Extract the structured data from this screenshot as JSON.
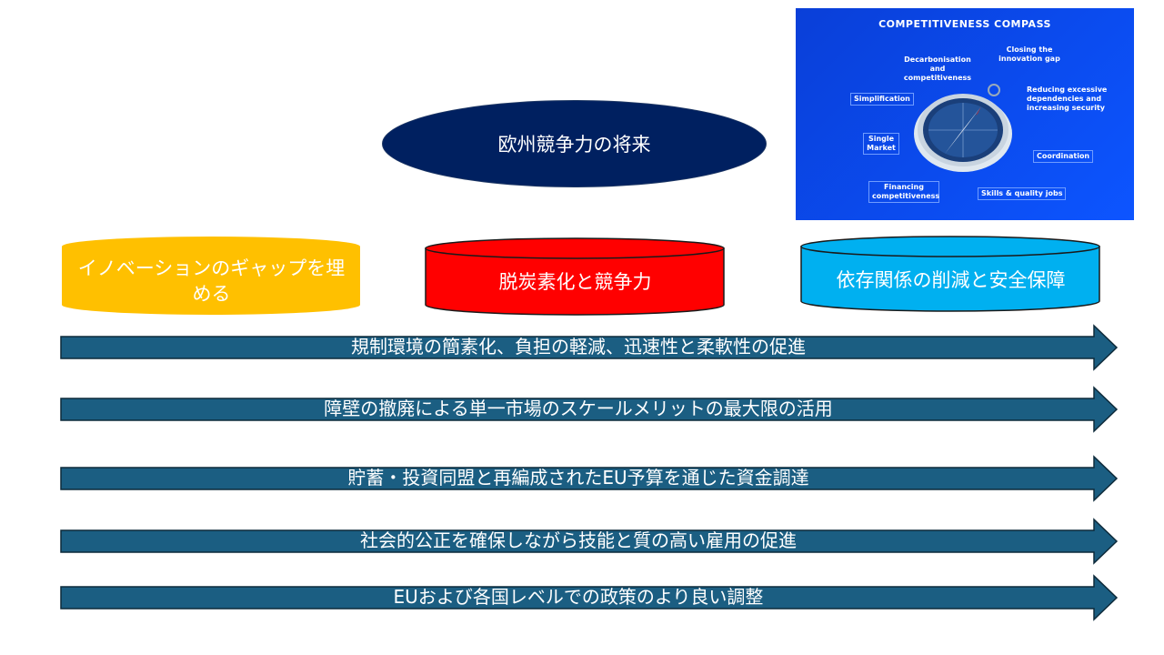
{
  "title": "欧州競争力の将来",
  "pillars": [
    {
      "label": "イノベーションのギャップを埋める",
      "color": "#ffc000"
    },
    {
      "label": "脱炭素化と競争力",
      "color": "#ff0000"
    },
    {
      "label": "依存関係の削減と安全保障",
      "color": "#00b0f0"
    }
  ],
  "enablers": [
    "規制環境の簡素化、負担の軽減、迅速性と柔軟性の促進",
    "障壁の撤廃による単一市場のスケールメリットの最大限の活用",
    "貯蓄・投資同盟と再編成されたEU予算を通じた資金調達",
    "社会的公正を確保しながら技能と質の高い雇用の促進",
    "EUおよび各国レベルでの政策のより良い調整"
  ],
  "arrow_color": "#1b5e82",
  "compass_image": {
    "title": "COMPETITIVENESS COMPASS",
    "labels": {
      "innovation": "Closing the innovation gap",
      "decarbonisation": "Decarbonisation and competitiveness",
      "dependencies": "Reducing excessive dependencies and increasing security",
      "simplification": "Simplification",
      "single_market": "Single Market",
      "coordination": "Coordination",
      "financing": "Financing competitiveness",
      "skills": "Skills & quality jobs"
    }
  }
}
